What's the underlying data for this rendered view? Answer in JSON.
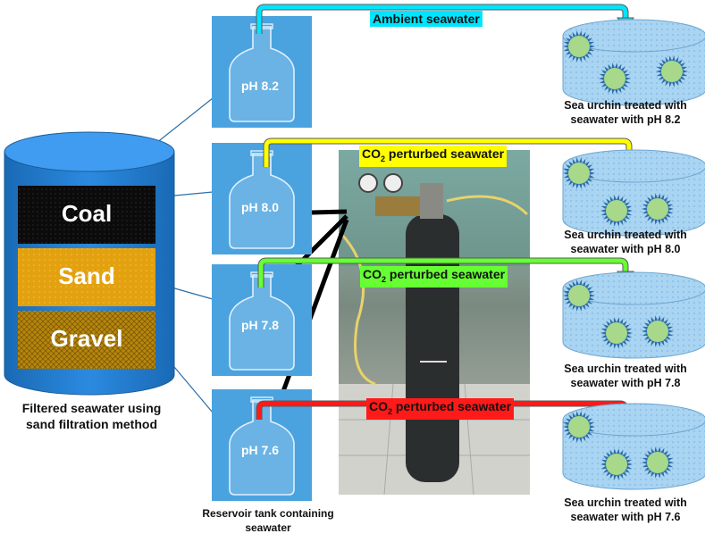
{
  "filter": {
    "layers": [
      "Coal",
      "Sand",
      "Gravel"
    ],
    "caption": [
      "Filtered seawater using",
      "sand filtration method"
    ]
  },
  "reservoirs": {
    "ph_labels": [
      "pH 8.2",
      "pH 8.0",
      "pH 7.8",
      "pH 7.6"
    ],
    "caption": [
      "Reservoir tank containing",
      "seawater"
    ]
  },
  "flows": [
    {
      "label": "Ambient seawater",
      "color": "#00e5ff",
      "co2": false
    },
    {
      "label_prefix": "CO",
      "label_sub": "2",
      "label_suffix": " perturbed seawater",
      "color": "#ffff00",
      "co2": true
    },
    {
      "label_prefix": "CO",
      "label_sub": "2",
      "label_suffix": " perturbed seawater",
      "color": "#66ff33",
      "co2": true
    },
    {
      "label_prefix": "CO",
      "label_sub": "2",
      "label_suffix": " perturbed seawater",
      "color": "#ff1a1a",
      "co2": true
    }
  ],
  "tanks": {
    "captions": [
      [
        "Sea urchin treated with",
        "seawater with pH 8.2"
      ],
      [
        "Sea urchin treated with",
        "seawater with pH 8.0"
      ],
      [
        "Sea urchin treated with",
        "seawater with pH 7.8"
      ],
      [
        "Sea urchin treated with",
        "seawater with pH 7.6"
      ]
    ]
  },
  "colors": {
    "cylinder_blue": "#1f7fd0",
    "coal": "#0b0b0b",
    "sand": "#e3a10f",
    "gravel": "#b8860b",
    "reservoir_bg": "#4aa3df",
    "tank_fill": "#aad3f0",
    "urchin": "#a8d88a",
    "spine": "#2e6ea8"
  }
}
